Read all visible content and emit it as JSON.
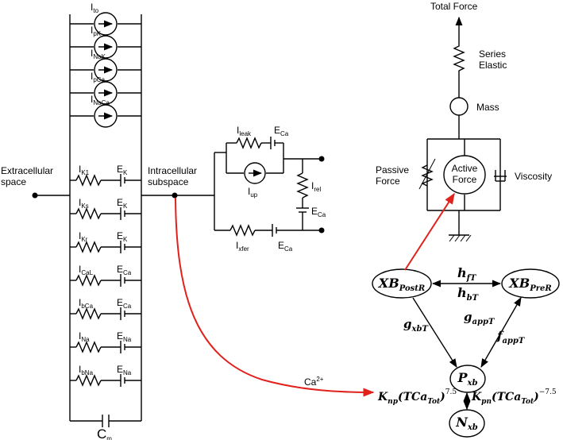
{
  "membrane": {
    "extracellular": [
      "Extracellular",
      "space"
    ],
    "intracellular": [
      "Intracellular",
      "subspace"
    ],
    "pumps": [
      {
        "main": "I",
        "sub": "to"
      },
      {
        "main": "I",
        "sub": "pK"
      },
      {
        "main": "I",
        "sub": "NaK"
      },
      {
        "main": "I",
        "sub": "pCa"
      },
      {
        "main": "I",
        "sub": "NaCa"
      }
    ],
    "branches": [
      {
        "cur": "I",
        "cur_sub": "K1",
        "rev": "E",
        "rev_sub": "K"
      },
      {
        "cur": "I",
        "cur_sub": "Ks",
        "rev": "E",
        "rev_sub": "K"
      },
      {
        "cur": "I",
        "cur_sub": "Kr",
        "rev": "E",
        "rev_sub": "K"
      },
      {
        "cur": "I",
        "cur_sub": "CaL",
        "rev": "E",
        "rev_sub": "Ca"
      },
      {
        "cur": "I",
        "cur_sub": "bCa",
        "rev": "E",
        "rev_sub": "Ca"
      },
      {
        "cur": "I",
        "cur_sub": "Na",
        "rev": "E",
        "rev_sub": "Na"
      },
      {
        "cur": "I",
        "cur_sub": "bNa",
        "rev": "E",
        "rev_sub": "Na"
      }
    ],
    "capacitor": {
      "main": "C",
      "sub": "m"
    }
  },
  "sr": {
    "leak": {
      "main": "I",
      "sub": "leak"
    },
    "leak_e": {
      "main": "E",
      "sub": "Ca"
    },
    "up": {
      "main": "I",
      "sub": "up"
    },
    "rel": {
      "main": "I",
      "sub": "rel"
    },
    "rel_e": {
      "main": "E",
      "sub": "Ca"
    },
    "xfer": {
      "main": "I",
      "sub": "xfer"
    },
    "xfer_e": {
      "main": "E",
      "sub": "Ca"
    }
  },
  "mechanics": {
    "total_force": "Total Force",
    "series": [
      "Series",
      "Elastic"
    ],
    "mass": "Mass",
    "passive": [
      "Passive",
      "Force"
    ],
    "active": [
      "Active",
      "Force"
    ],
    "viscosity": "Viscosity"
  },
  "states": {
    "xb_postr": {
      "main": "XB",
      "sub": "PostR"
    },
    "xb_prer": {
      "main": "XB",
      "sub": "PreR"
    },
    "p_xb": {
      "main": "P",
      "sub": "xb"
    },
    "n_xb": {
      "main": "N",
      "sub": "xb"
    }
  },
  "rates": {
    "hft": {
      "main": "h",
      "sub": "fT"
    },
    "hbt": {
      "main": "h",
      "sub": "bT"
    },
    "gxbt": {
      "main": "g",
      "sub": "xbT"
    },
    "gappt": {
      "main": "g",
      "sub": "appT"
    },
    "fappt": {
      "main": "f",
      "sub": "appT"
    },
    "knp": {
      "k": "K",
      "k_sub": "np",
      "body": "(TCa",
      "body_sub": "Tot",
      "close": ")",
      "exp": "7.5"
    },
    "kpn": {
      "k": "K",
      "k_sub": "pn",
      "body": "(TCa",
      "body_sub": "Tot",
      "close": ")",
      "exp": "−7.5"
    }
  },
  "ca_label": {
    "main": "Ca",
    "sup": "2+"
  },
  "colors": {
    "coupling": "#e0211c",
    "line": "#000000"
  }
}
